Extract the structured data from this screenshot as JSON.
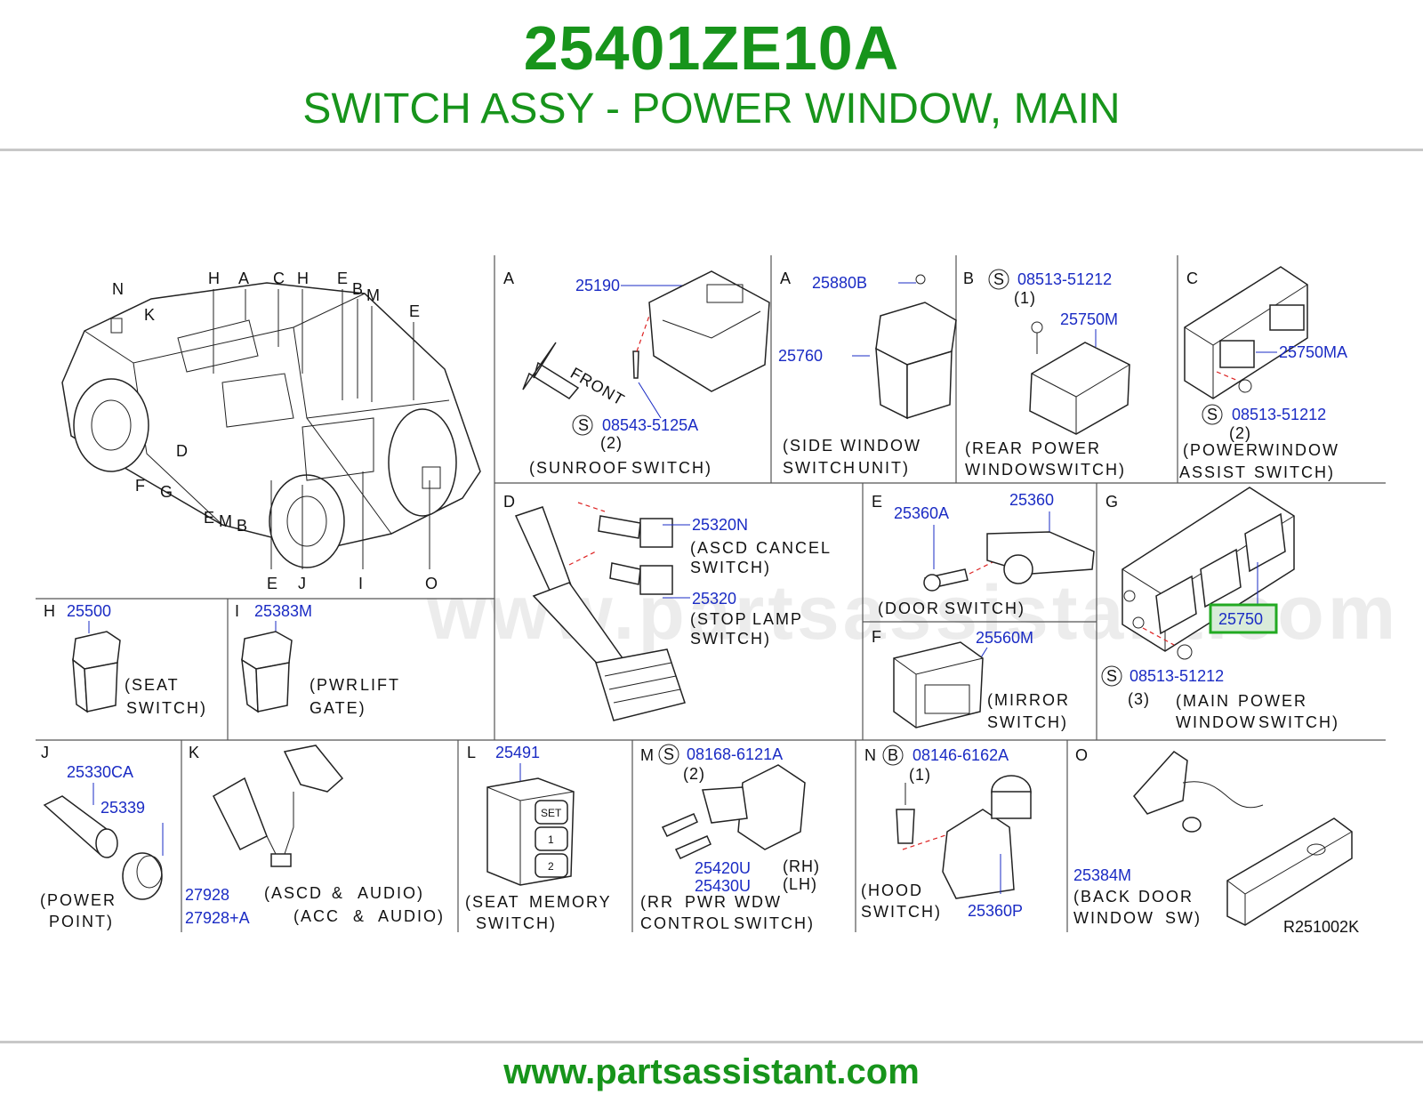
{
  "header": {
    "part_number": "25401ZE10A",
    "part_name": "SWITCH ASSY - POWER WINDOW, MAIN"
  },
  "footer": {
    "url": "www.partsassistant.com"
  },
  "watermark": "www.partsassistant.com",
  "highlight_color": "#22aa22",
  "overview": {
    "labels": [
      "N",
      "K",
      "H",
      "A",
      "C",
      "H",
      "E",
      "B",
      "M",
      "E",
      "D",
      "F",
      "G",
      "E",
      "M",
      "B",
      "E",
      "J",
      "I",
      "O"
    ]
  },
  "panels": {
    "A1": {
      "letter": "A",
      "parts": [
        "25190",
        "08543-5125A"
      ],
      "qty": "(2)",
      "screw_mark": "S",
      "front": "FRONT",
      "caption": [
        "(SUNROOF",
        "SWITCH)"
      ]
    },
    "A2": {
      "letter": "A",
      "parts": [
        "25880B",
        "25760"
      ],
      "caption": [
        "(SIDE",
        "WINDOW",
        "SWITCH",
        "UNIT)"
      ]
    },
    "B": {
      "letter": "B",
      "parts": [
        "08513-51212",
        "25750M"
      ],
      "qty": "(1)",
      "screw_mark": "S",
      "caption": [
        "(REAR",
        "POWER",
        "WINDOW",
        "SWITCH)"
      ]
    },
    "C": {
      "letter": "C",
      "parts": [
        "25750MA",
        "08513-51212"
      ],
      "qty": "(2)",
      "screw_mark": "S",
      "caption": [
        "(POWER",
        "WINDOW",
        "ASSIST",
        "SWITCH)"
      ]
    },
    "D": {
      "letter": "D",
      "parts": [
        "25320N",
        "25320"
      ],
      "caption": [
        "(ASCD",
        "CANCEL",
        "SWITCH)",
        "(STOP",
        "LAMP",
        "SWITCH)"
      ]
    },
    "E": {
      "letter": "E",
      "parts": [
        "25360A",
        "25360"
      ],
      "caption": [
        "(DOOR",
        "SWITCH)"
      ]
    },
    "F": {
      "letter": "F",
      "parts": [
        "25560M"
      ],
      "caption": [
        "(MIRROR",
        "SWITCH)"
      ]
    },
    "G": {
      "letter": "G",
      "parts": [
        "25750",
        "08513-51212"
      ],
      "qty": "(3)",
      "screw_mark": "S",
      "caption": [
        "(MAIN",
        "POWER",
        "WINDOW",
        "SWITCH)"
      ]
    },
    "H": {
      "letter": "H",
      "parts": [
        "25500"
      ],
      "caption": [
        "(SEAT",
        "SWITCH)"
      ]
    },
    "I": {
      "letter": "I",
      "parts": [
        "25383M"
      ],
      "caption": [
        "(PWR",
        "LIFT",
        "GATE)"
      ]
    },
    "J": {
      "letter": "J",
      "parts": [
        "25330CA",
        "25339"
      ],
      "caption": [
        "(POWER",
        "POINT)"
      ]
    },
    "K": {
      "letter": "K",
      "parts": [
        "27928",
        "27928+A"
      ],
      "caption": [
        "(ASCD",
        "&",
        "AUDIO)",
        "(ACC",
        "&",
        "AUDIO)"
      ]
    },
    "L": {
      "letter": "L",
      "parts": [
        "25491"
      ],
      "buttons": [
        "SET",
        "1",
        "2"
      ],
      "caption": [
        "(SEAT",
        "MEMORY",
        "SWITCH)"
      ]
    },
    "M": {
      "letter": "M",
      "parts": [
        "08168-6121A",
        "25420U",
        "25430U"
      ],
      "qty": "(2)",
      "screw_mark": "S",
      "sides": [
        "(RH)",
        "(LH)"
      ],
      "caption": [
        "(RR",
        "PWR",
        "WDW",
        "CONTROL",
        "SWITCH)"
      ]
    },
    "N": {
      "letter": "N",
      "parts": [
        "08146-6162A",
        "25360P"
      ],
      "qty": "(1)",
      "screw_mark": "B",
      "caption": [
        "(HOOD",
        "SWITCH)"
      ]
    },
    "O": {
      "letter": "O",
      "parts": [
        "25384M"
      ],
      "code": "R251002K",
      "caption": [
        "(BACK",
        "DOOR",
        "WINDOW",
        "SW)"
      ]
    }
  }
}
